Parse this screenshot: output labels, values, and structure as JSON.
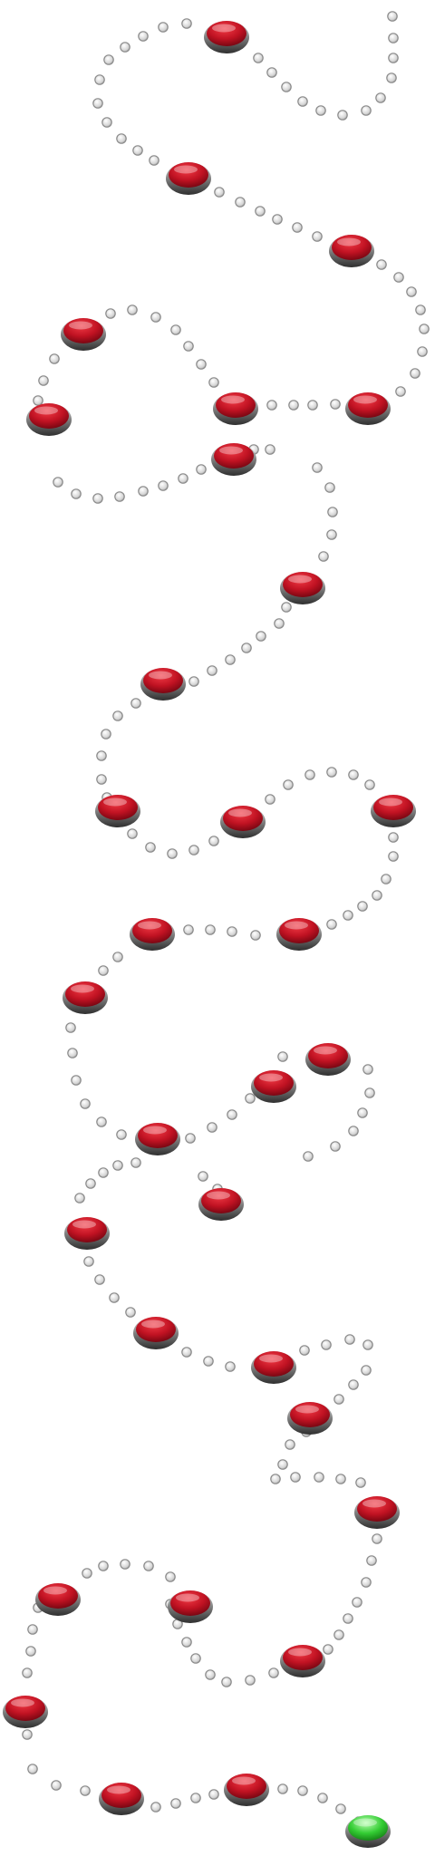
{
  "game": {
    "type": "level-path-map",
    "colors": {
      "background": "#ffffff",
      "level_locked": "#c01222",
      "level_current": "#33cc33",
      "button_rim": "#6f6f6f",
      "path_dot": "#e6e6e6",
      "path_dot_stroke": "#8a8a8a"
    },
    "icons": {
      "level": "red-level-button-icon",
      "current": "green-level-button-icon",
      "path": "path-dot-icon"
    },
    "level_count": 33,
    "current_level": 33
  }
}
